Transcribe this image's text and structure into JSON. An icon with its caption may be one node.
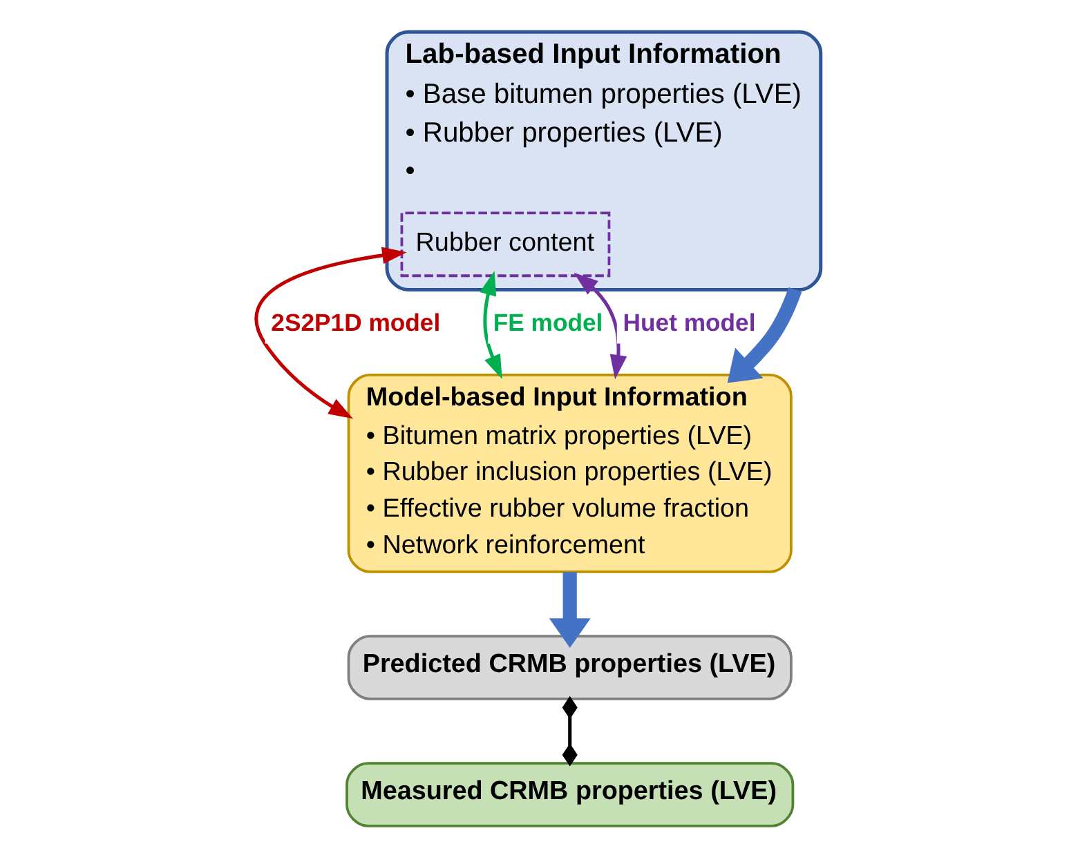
{
  "diagram": {
    "nodes": [
      {
        "text": [
          "Lab-based Input Information",
          "• Base bitumen properties (LVE)",
          "• Rubber properties (LVE)",
          "•"
        ]
      },
      {
        "text": [
          "Rubber content"
        ],
        "in": 0
      },
      {
        "text": [
          "Model-based Input Information",
          "• Bitumen matrix properties (LVE)",
          "• Rubber inclusion properties (LVE)",
          "• Effective rubber volume fraction",
          "• Network reinforcement"
        ]
      },
      {
        "text": [
          "Predicted CRMB properties (LVE)"
        ]
      },
      {
        "text": [
          "Measured CRMB properties (LVE)"
        ]
      }
    ],
    "edges": [
      {
        "from": 0,
        "to": 2,
        "arrow": "to",
        "style": "thick",
        "color": "#4472c4"
      },
      {
        "from": 1,
        "to": 2,
        "arrow": "both",
        "label": "2S2P1D model",
        "color": "#c00000"
      },
      {
        "from": 1,
        "to": 2,
        "arrow": "both",
        "label": "FE model",
        "color": "#00b050"
      },
      {
        "from": 1,
        "to": 2,
        "arrow": "both",
        "label": "Huet model",
        "color": "#7030a0"
      },
      {
        "from": 2,
        "to": 3,
        "arrow": "to",
        "style": "thick",
        "color": "#4472c4"
      },
      {
        "from": 3,
        "to": 4,
        "arrow": "other",
        "color": "#000000"
      }
    ]
  }
}
